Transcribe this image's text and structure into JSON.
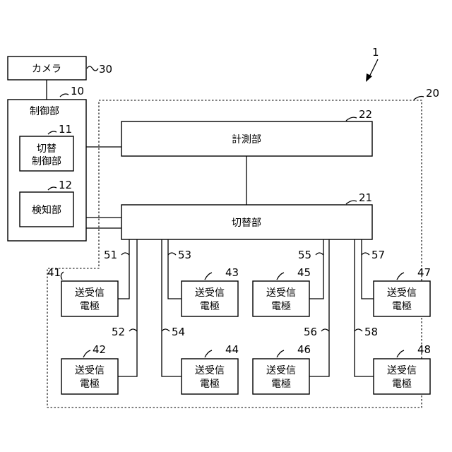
{
  "system_ref": "1",
  "camera": {
    "label": "カメラ",
    "ref": "30"
  },
  "controller": {
    "label": "制御部",
    "ref": "10"
  },
  "switch_controller": {
    "line1": "切替",
    "line2": "制御部",
    "ref": "11"
  },
  "detector": {
    "label": "検知部",
    "ref": "12"
  },
  "sensor_unit_ref": "20",
  "measurement": {
    "label": "計測部",
    "ref": "22"
  },
  "switcher": {
    "label": "切替部",
    "ref": "21"
  },
  "electrode_text": {
    "line1": "送受信",
    "line2": "電極"
  },
  "electrodes": [
    {
      "ref": "41",
      "wire_ref": "51"
    },
    {
      "ref": "42",
      "wire_ref": "52"
    },
    {
      "ref": "43",
      "wire_ref": "53"
    },
    {
      "ref": "44",
      "wire_ref": "54"
    },
    {
      "ref": "45",
      "wire_ref": "55"
    },
    {
      "ref": "46",
      "wire_ref": "56"
    },
    {
      "ref": "47",
      "wire_ref": "57"
    },
    {
      "ref": "48",
      "wire_ref": "58"
    }
  ]
}
